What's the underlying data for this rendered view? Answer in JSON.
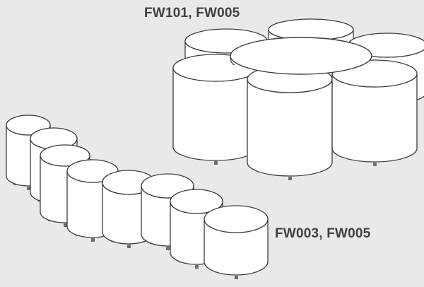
{
  "labels": {
    "group_top": "FW101, FW005",
    "group_bottom": "FW003, FW005"
  },
  "colors": {
    "background": "#e9e9e9",
    "furniture_fill": "#ffffff",
    "outline": "#3c3c3c",
    "label_text": "#404040",
    "feet": "#6d6d6d"
  },
  "icons": {
    "top_group": "round-table-with-stools-illustration",
    "bottom_group": "curved-row-of-stools-illustration"
  }
}
